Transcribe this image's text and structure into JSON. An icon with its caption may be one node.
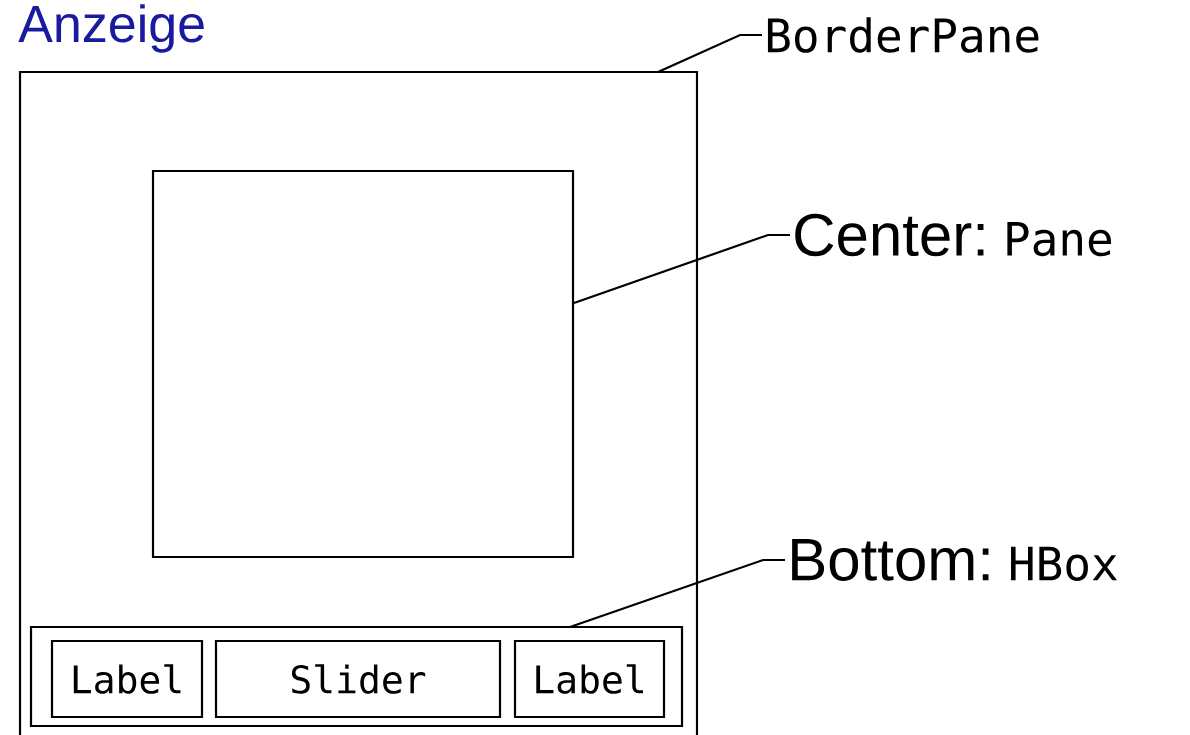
{
  "diagram": {
    "title": "Anzeige",
    "nodes": [
      {
        "text": [],
        "shape": "box"
      },
      {
        "text": [],
        "shape": "box",
        "in": 0
      },
      {
        "text": [],
        "shape": "box",
        "in": 0
      },
      {
        "text": [
          "Label"
        ],
        "in": 2
      },
      {
        "text": [
          "Slider"
        ],
        "in": 2
      },
      {
        "text": [
          "Label"
        ],
        "in": 2
      },
      {
        "text": [
          "BorderPane"
        ]
      },
      {
        "text": [
          "Center:",
          "Pane"
        ]
      },
      {
        "text": [
          "Bottom:",
          "HBox"
        ]
      }
    ],
    "edges": [
      {
        "from": 6,
        "to": 0,
        "arrow": "none"
      },
      {
        "from": 7,
        "to": 1,
        "arrow": "none"
      },
      {
        "from": 8,
        "to": 2,
        "arrow": "none"
      }
    ]
  }
}
